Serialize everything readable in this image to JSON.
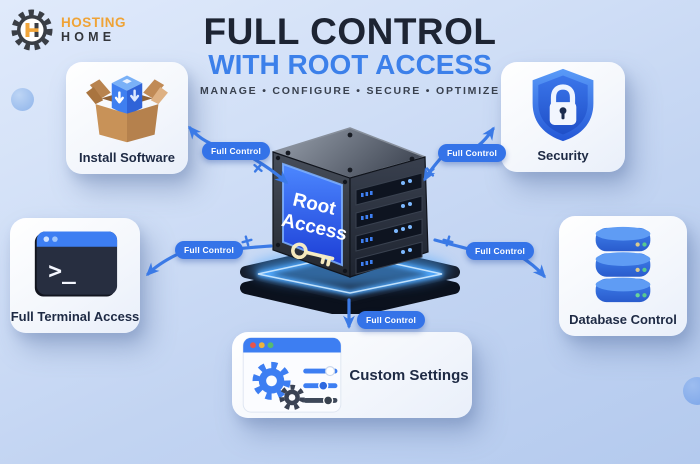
{
  "brand": {
    "monogram": "H",
    "line1": "HOSTING",
    "line2": "HOME"
  },
  "header": {
    "title": "FULL CONTROL",
    "subtitle": "WITH ROOT ACCESS",
    "tagline": "MANAGE • CONFIGURE • SECURE • OPTIMIZE"
  },
  "center": {
    "line1": "Root",
    "line2": "Access"
  },
  "connector_label": "Full Control",
  "terminal_prompt": ">_",
  "features": [
    {
      "label": "Install Software"
    },
    {
      "label": "Security"
    },
    {
      "label": "Full Terminal Access"
    },
    {
      "label": "Database Control"
    },
    {
      "label": "Custom Settings"
    }
  ],
  "colors": {
    "accent_blue": "#3b7ae6",
    "title_navy": "#1d2433",
    "subtitle_blue": "#3c80ea",
    "badge_blue": "#3473e8",
    "brand_orange": "#efa336",
    "background_top": "#e0eafb",
    "background_bottom": "#b4caee",
    "screen_blue": "#2c5cf0",
    "platform_glow": "#4fa9ff"
  }
}
